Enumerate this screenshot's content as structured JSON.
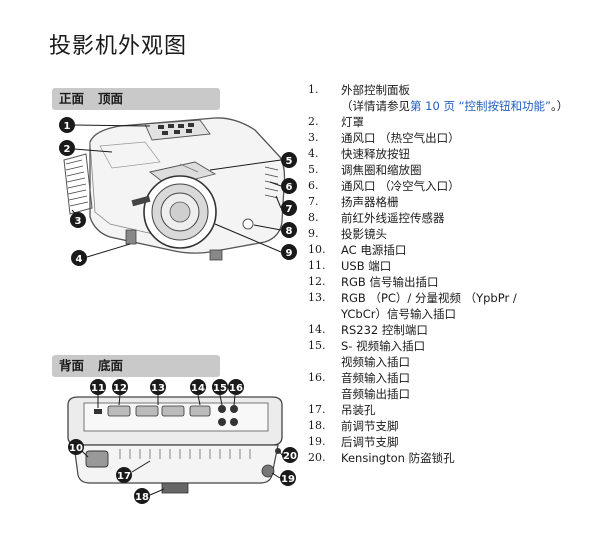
{
  "title": "投影机外观图",
  "sections": {
    "front": {
      "left": "正面",
      "right": "顶面"
    },
    "back": {
      "left": "背面",
      "right": "底面"
    }
  },
  "callouts_front": [
    "1",
    "2",
    "3",
    "4",
    "5",
    "6",
    "7",
    "8",
    "9"
  ],
  "callouts_back": [
    "11",
    "12",
    "13",
    "14",
    "15",
    "16",
    "10",
    "17",
    "18",
    "19",
    "20"
  ],
  "parts": [
    {
      "num": "1.",
      "text": "外部控制面板",
      "note": {
        "pre": "（详情请参见",
        "link": "第 10 页 “控制按钮和功能”",
        "post": "。）"
      }
    },
    {
      "num": "2.",
      "text": "灯罩"
    },
    {
      "num": "3.",
      "text": "通风口 （热空气出口）"
    },
    {
      "num": "4.",
      "text": "快速释放按钮"
    },
    {
      "num": "5.",
      "text": "调焦圈和缩放圈"
    },
    {
      "num": "6.",
      "text": "通风口 （冷空气入口）"
    },
    {
      "num": "7.",
      "text": "扬声器格栅"
    },
    {
      "num": "8.",
      "text": "前红外线遥控传感器"
    },
    {
      "num": "9.",
      "text": "投影镜头"
    },
    {
      "num": "10.",
      "text": "AC 电源插口"
    },
    {
      "num": "11.",
      "text": "USB 端口"
    },
    {
      "num": "12.",
      "text": "RGB 信号输出插口"
    },
    {
      "num": "13.",
      "text": "RGB （PC）/ 分量视频 （YpbPr /",
      "line2": "YCbCr）信号输入插口"
    },
    {
      "num": "14.",
      "text": "RS232 控制端口"
    },
    {
      "num": "15.",
      "text": "S- 视频输入插口",
      "line2": "视频输入插口"
    },
    {
      "num": "16.",
      "text": "音频输入插口",
      "line2": "音频输出插口"
    },
    {
      "num": "17.",
      "text": "吊装孔"
    },
    {
      "num": "18.",
      "text": "前调节支脚"
    },
    {
      "num": "19.",
      "text": "后调节支脚"
    },
    {
      "num": "20.",
      "text": "Kensington 防盗锁孔"
    }
  ]
}
